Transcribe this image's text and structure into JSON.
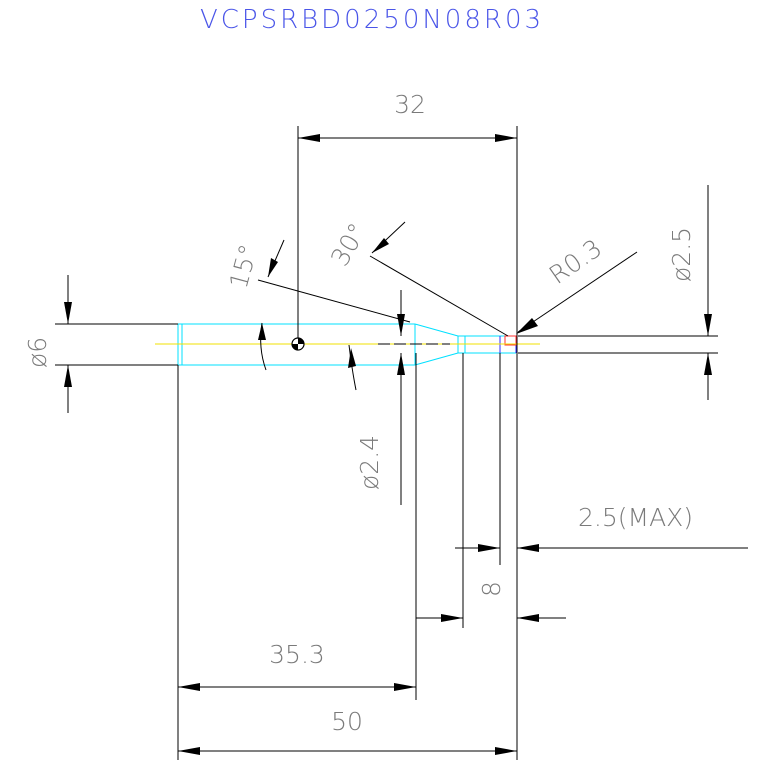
{
  "title": "VCPSRBD0250N08R03",
  "dimensions": {
    "dim_32": "32",
    "angle_15": "15°",
    "angle_30": "30°",
    "radius": "R0.3",
    "dia_2_5": "ø2.5",
    "dia_6": "ø6",
    "dia_2_4": "ø2.4",
    "max_2_5": "2.5(MAX)",
    "dim_8": "8",
    "dim_35_3": "35.3",
    "dim_50": "50"
  },
  "colors": {
    "title": "#4a55e8",
    "part_outline": "#00e0ff",
    "center_axis": "#f2e000",
    "dimension_lines": "#000000",
    "dimension_text": "#7a7a7a",
    "tip_detail": "#ff3030"
  }
}
